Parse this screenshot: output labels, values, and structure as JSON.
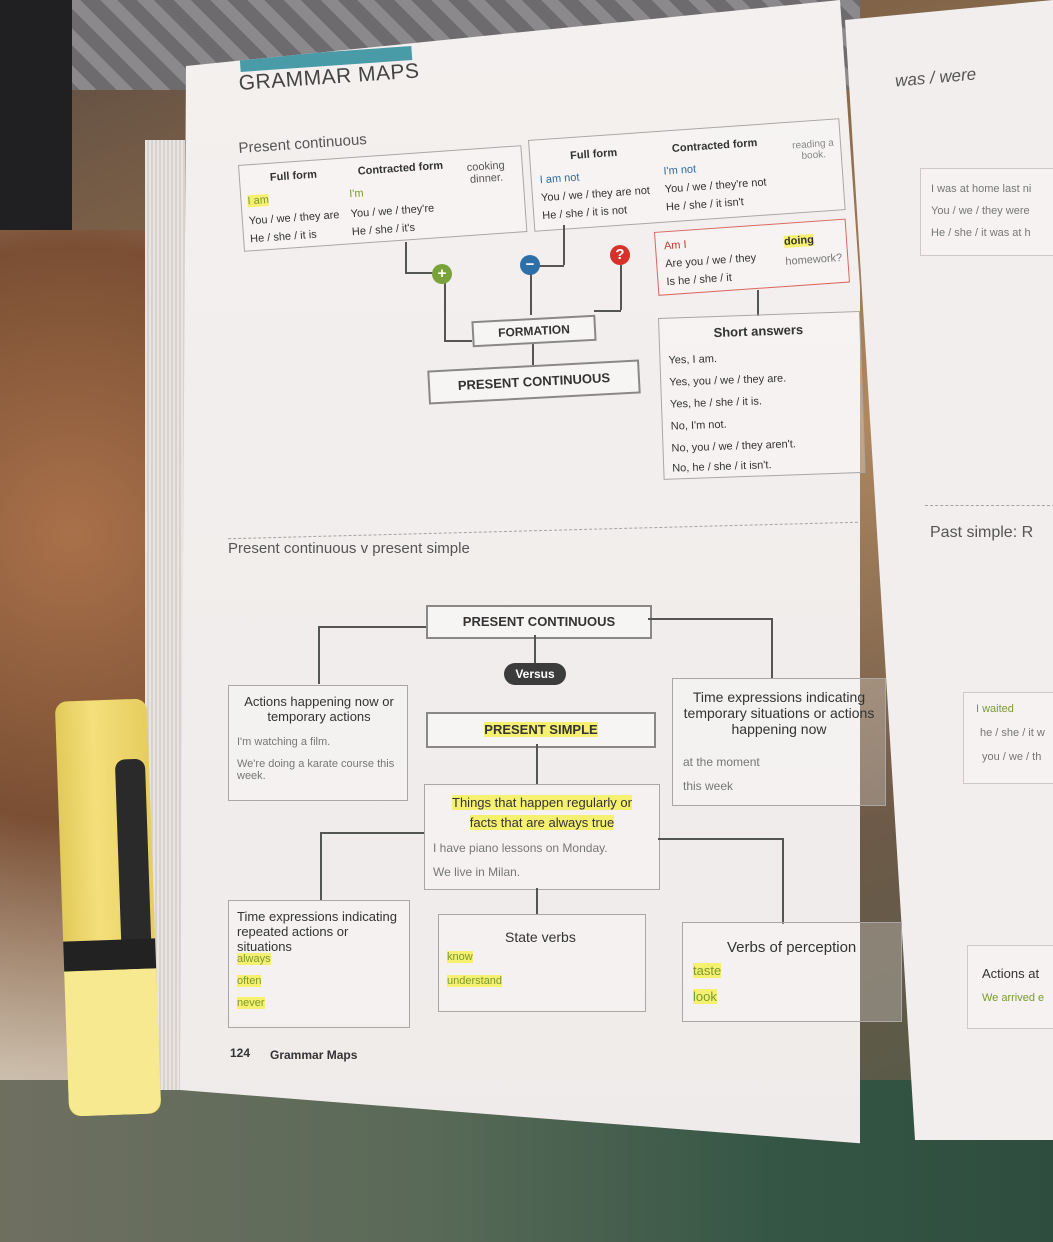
{
  "header": {
    "title": "GRAMMAR MAPS",
    "side_title": "was / were"
  },
  "section1": {
    "heading": "Present continuous",
    "affirmative": {
      "full_form_header": "Full form",
      "contracted_header": "Contracted form",
      "full": [
        "I am",
        "You / we / they are",
        "He / she / it is"
      ],
      "contracted": [
        "I'm",
        "You / we / they're",
        "He / she / it's"
      ],
      "ending": "cooking dinner."
    },
    "negative": {
      "full_form_header": "Full form",
      "contracted_header": "Contracted form",
      "full": [
        "I am not",
        "You / we / they are not",
        "He / she / it is not"
      ],
      "contracted": [
        "I'm not",
        "You / we / they're not",
        "He / she / it isn't"
      ],
      "ending": "reading a book."
    },
    "question": {
      "lines": [
        "Am I",
        "Are you / we / they",
        "Is he / she / it"
      ],
      "verb": "doing",
      "ending": "homework?"
    },
    "signs": {
      "plus": "+",
      "minus": "−",
      "question": "?"
    },
    "formation": "FORMATION",
    "main_label": "PRESENT CONTINUOUS",
    "short_answers": {
      "title": "Short answers",
      "lines": [
        "Yes, I am.",
        "Yes, you / we / they are.",
        "Yes, he / she / it is.",
        "No, I'm not.",
        "No, you / we / they aren't.",
        "No, he / she / it isn't."
      ]
    }
  },
  "side_page": {
    "lines": [
      "I was at home last ni",
      "You / we / they were",
      "He / she / it was at h"
    ],
    "heading": "Past simple: R",
    "lines2": [
      "I waited",
      "he / she / it w",
      "you / we / th"
    ],
    "lines3_title": "Actions at",
    "lines3": [
      "We arrived e"
    ]
  },
  "section2": {
    "heading": "Present continuous v present simple",
    "pc_label": "PRESENT CONTINUOUS",
    "versus": "Versus",
    "ps_label": "PRESENT SIMPLE",
    "pc_left": {
      "title": "Actions happening now or temporary actions",
      "examples": [
        "I'm watching a film.",
        "We're doing a karate course this week."
      ]
    },
    "pc_right": {
      "title": "Time expressions indicating temporary situations or actions happening now",
      "examples": [
        "at the moment",
        "this week"
      ]
    },
    "ps_center": {
      "title": "Things that happen regularly or facts that are always true",
      "examples": [
        "I have piano lessons on Monday.",
        "We live in Milan."
      ]
    },
    "ps_left": {
      "title": "Time expressions indicating repeated actions or situations",
      "examples": [
        "always",
        "often",
        "never"
      ]
    },
    "ps_mid": {
      "title": "State verbs",
      "examples": [
        "know",
        "understand"
      ]
    },
    "ps_right": {
      "title": "Verbs of perception",
      "examples": [
        "taste",
        "look"
      ]
    }
  },
  "footer": {
    "page_number": "124",
    "section": "Grammar Maps"
  },
  "colors": {
    "accent_bar": "#4a9ba8",
    "highlight": "#f6f071",
    "plus": "#7aa23a",
    "minus": "#2f6fa8",
    "question": "#d6322b"
  }
}
